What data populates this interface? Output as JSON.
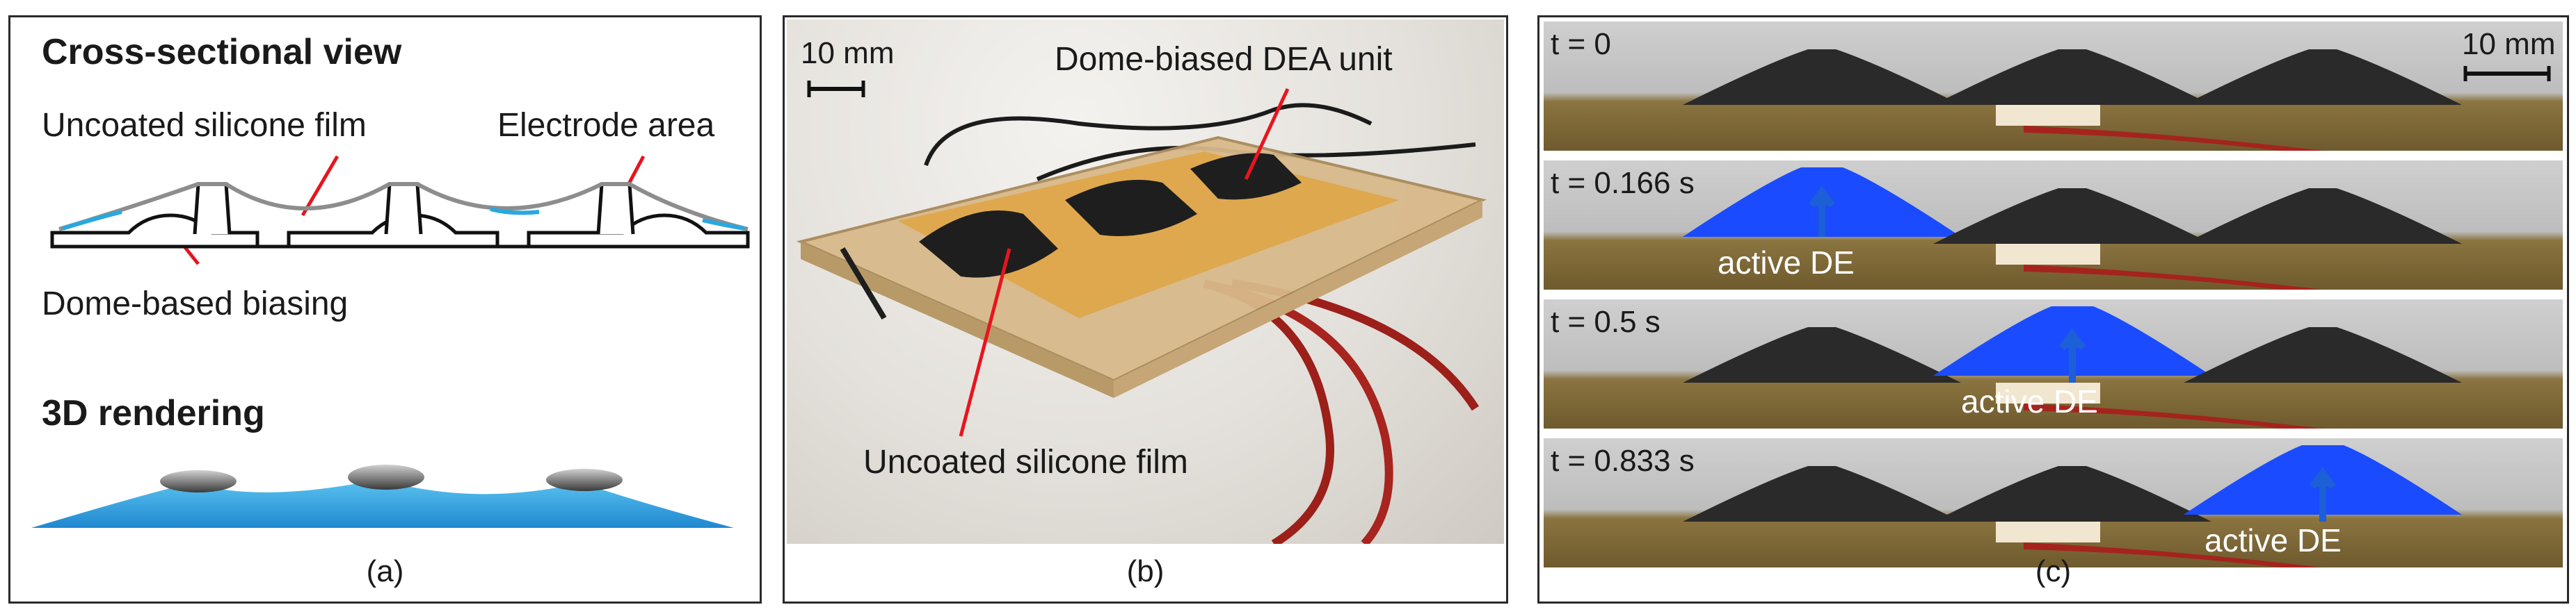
{
  "panel_a": {
    "heading_cross": "Cross-sectional view",
    "label_uncoated": "Uncoated silicone film",
    "label_electrode": "Electrode area",
    "label_dome": "Dome-based biasing",
    "heading_3d": "3D rendering",
    "caption": "(a)"
  },
  "panel_b": {
    "scale": "10 mm",
    "label_dea": "Dome-biased DEA unit",
    "label_uncoated": "Uncoated silicone film",
    "caption": "(b)"
  },
  "panel_c": {
    "scale": "10 mm",
    "frames": [
      {
        "time": "t = 0",
        "active": ""
      },
      {
        "time": "t = 0.166 s",
        "active": "active DE"
      },
      {
        "time": "t = 0.5 s",
        "active": "active DE"
      },
      {
        "time": "t = 0.833 s",
        "active": "active DE"
      }
    ],
    "caption": "(c)"
  },
  "colors": {
    "electrode_blue": "#29a8e0",
    "active_blue": "#1a4bff",
    "leader_red": "#e8141e",
    "arrow_blue": "#1d5fd6"
  }
}
